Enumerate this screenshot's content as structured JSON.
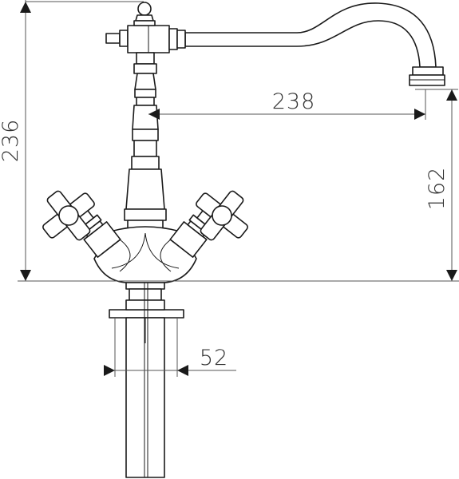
{
  "dimensions": {
    "total_height": "236",
    "spout_reach": "238",
    "spout_height": "162",
    "base_diameter": "52"
  }
}
